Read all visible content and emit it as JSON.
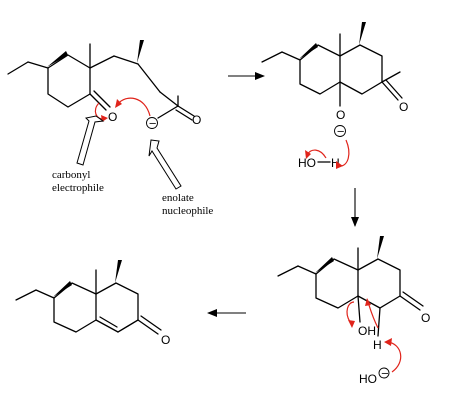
{
  "labels": {
    "carbonyl": [
      "carbonyl",
      "electrophile"
    ],
    "enolate": [
      "enolate",
      "nucleophile"
    ]
  },
  "atoms": {
    "O": "O",
    "OH": "OH",
    "H": "H",
    "HO": "HO",
    "minus": "−"
  },
  "colors": {
    "electron_arrow": "#e0241b",
    "bonds": "#000000"
  }
}
